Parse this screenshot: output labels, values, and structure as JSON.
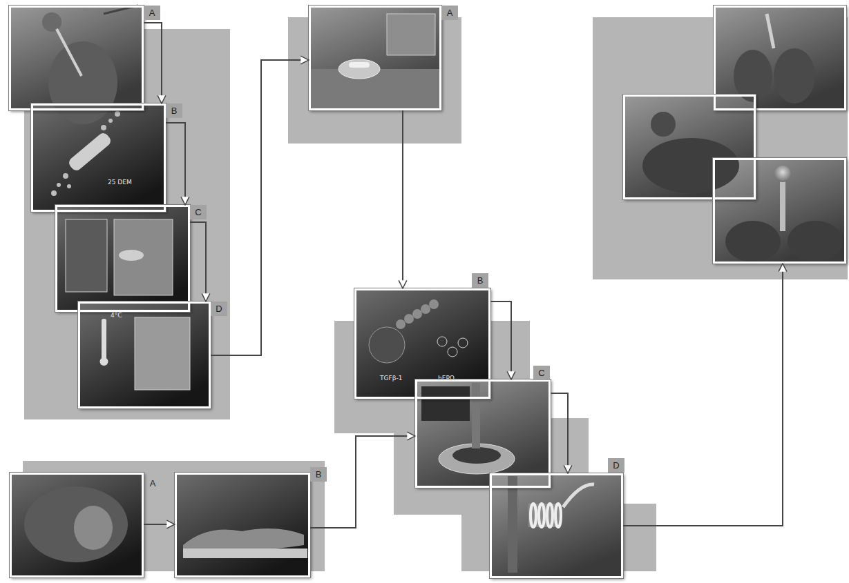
{
  "diagram": {
    "nodes": [
      {
        "text": [
          "A"
        ]
      },
      {
        "text": [
          "B",
          "25 DEM"
        ]
      },
      {
        "text": [
          "C"
        ]
      },
      {
        "text": [
          "D",
          "4°C"
        ]
      },
      {
        "text": [
          "A"
        ]
      },
      {
        "text": [
          "B",
          "TGFβ-1",
          "hEPO"
        ]
      },
      {
        "text": [
          "C"
        ]
      },
      {
        "text": [
          "D"
        ]
      },
      {
        "text": [
          "A"
        ]
      },
      {
        "text": [
          "B"
        ]
      },
      {
        "text": []
      },
      {
        "text": []
      },
      {
        "text": []
      }
    ],
    "edges": [
      {
        "from": 0,
        "to": 1,
        "arrow": "to"
      },
      {
        "from": 1,
        "to": 2,
        "arrow": "to"
      },
      {
        "from": 2,
        "to": 3,
        "arrow": "to"
      },
      {
        "from": 3,
        "to": 4,
        "arrow": "to"
      },
      {
        "from": 4,
        "to": 5,
        "arrow": "to"
      },
      {
        "from": 5,
        "to": 6,
        "arrow": "to"
      },
      {
        "from": 6,
        "to": 7,
        "arrow": "to"
      },
      {
        "from": 8,
        "to": 9,
        "arrow": "to"
      },
      {
        "from": 9,
        "to": 6,
        "arrow": "to"
      },
      {
        "from": 7,
        "to": 12,
        "arrow": "to"
      }
    ]
  }
}
